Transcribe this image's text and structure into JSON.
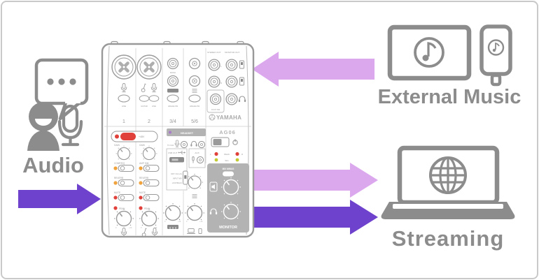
{
  "palette": {
    "arrow_dark_purple": "#6f42cd",
    "arrow_light_purple": "#dba8ee",
    "icon_gray": "#8c8c8c",
    "mixer_line_gray": "#999999",
    "panel_gray": "#b3b3b3",
    "led_red": "#e0413b",
    "led_orange": "#f0a23c",
    "led_green": "#c2cb2f",
    "led_purple": "#a87bc8"
  },
  "audio": {
    "label": "Audio"
  },
  "external_music": {
    "label": "External Music"
  },
  "streaming": {
    "label": "Streaming"
  },
  "mixer": {
    "brand": "YAMAHA",
    "model": "AG06",
    "channels": [
      "1",
      "2",
      "3/4",
      "5/6"
    ],
    "ch1": {
      "line": "LINE",
      "phantom": "+48V",
      "gain": "GAIN",
      "comp_eq": "COMP/EQ",
      "reverb": "REVERB",
      "mute": "MUTE",
      "peak": "PEAK"
    },
    "ch2": {
      "guitar": "GUITAR",
      "line": "LINE",
      "gain": "GAIN",
      "amp_sim": "AMP SIM",
      "reverb": "REVERB",
      "mute": "MUTE",
      "peak": "PEAK"
    },
    "ch34": {
      "mono": "MONO",
      "pad": "HIGH&LOW"
    },
    "ch56": {
      "pad": "HIGH&LOW"
    },
    "center": {
      "headset": "HEADSET",
      "to_ch1": "TO CH1",
      "usb_out": "USB OUT",
      "mode1": "DRY CH1-2G",
      "mode2": "INPUT MIX",
      "mode3": "LOOPBACK",
      "aux": "AUX"
    },
    "outputs": {
      "stereo_out": "STEREO OUT",
      "monitor_out": "MONITOR OUT",
      "foot_sw": "FOOT SW"
    },
    "meter": {
      "l": "L",
      "r": "R",
      "peak": "PEAK",
      "sig": "SIG"
    },
    "monitor_panel": {
      "mix_minus": "MIX MINUS",
      "monitor": "MONITOR"
    },
    "knob_scale": {
      "min": "0",
      "max": "+10"
    }
  }
}
